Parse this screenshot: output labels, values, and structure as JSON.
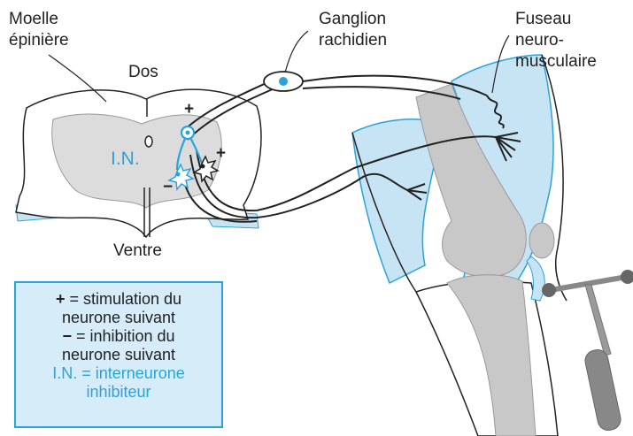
{
  "labels": {
    "moelle_line1": "Moelle",
    "moelle_line2": "épinière",
    "dos": "Dos",
    "ventre": "Ventre",
    "ganglion_line1": "Ganglion",
    "ganglion_line2": "rachidien",
    "fuseau_line1": "Fuseau",
    "fuseau_line2": "neuro-",
    "fuseau_line3": "musculaire",
    "in_label": "I.N.",
    "plus1": "+",
    "plus2": "+",
    "minus": "−"
  },
  "legend": {
    "plus_symbol": "+",
    "plus_text": " = stimulation du",
    "line2": "neurone suivant",
    "minus_symbol": "−",
    "minus_text": " = inhibition du",
    "line4": "neurone suivant",
    "line5": "I.N. = interneurone",
    "line6": "inhibiteur"
  },
  "colors": {
    "accent_blue": "#2aa3dc",
    "light_blue": "#c6e4f4",
    "grey_matter": "#dcdcdc",
    "bone_grey": "#c8c8c8",
    "legend_bg": "#d6ecf8"
  }
}
